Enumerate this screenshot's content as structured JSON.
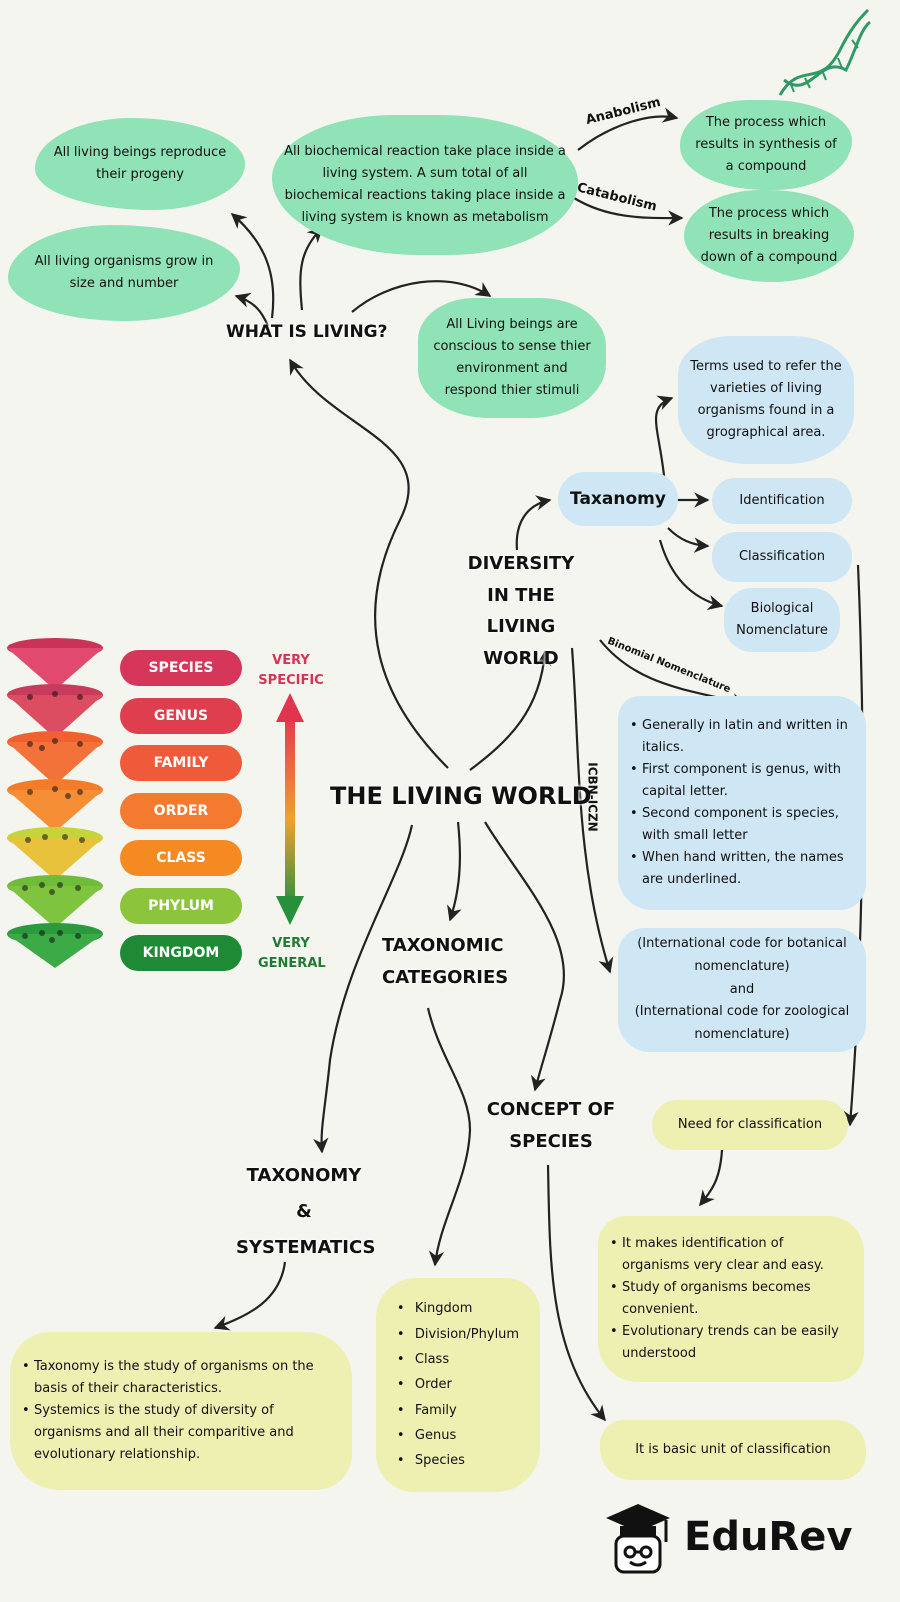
{
  "center_title": "THE LIVING WORLD",
  "what_is_living": {
    "label": "WHAT IS LIVING?",
    "reproduce": "All living beings reproduce their progeny",
    "grow": "All living organisms grow in size and number",
    "metabolism": "All biochemical reaction take place inside a living system. A sum total of all biochemical reactions taking place inside a living system is known as metabolism",
    "conscious": "All Living beings are conscious to sense thier environment and respond thier stimuli",
    "anabolism_label": "Anabolism",
    "catabolism_label": "Catabolism",
    "anabolism": "The process which results in synthesis of a compound",
    "catabolism": "The process which results in breaking down of a compound"
  },
  "diversity": {
    "label": "DIVERSITY IN THE LIVING WORLD",
    "taxanomy": "Taxanomy",
    "terms": "Terms used to refer the varieties of living organisms found in a grographical area.",
    "identification": "Identification",
    "classification": "Classification",
    "biological_nomenclature": "Biological Nomenclature",
    "binomial_label": "Binomial Nomenclature",
    "icbn_label": "ICBN-ICZN",
    "binomial_points": [
      "Generally in latin and written in italics.",
      "First component is genus, with capital letter.",
      "Second component is species, with small letter",
      "When hand written, the names are underlined."
    ],
    "icbn_lines": [
      "(International code for botanical nomenclature)",
      "and",
      "(International code for zoological nomenclature)"
    ]
  },
  "hierarchy": {
    "levels": [
      {
        "name": "SPECIES",
        "color": "#d6365a"
      },
      {
        "name": "GENUS",
        "color": "#de3e4e"
      },
      {
        "name": "FAMILY",
        "color": "#ef5a3a"
      },
      {
        "name": "ORDER",
        "color": "#f47a30"
      },
      {
        "name": "CLASS",
        "color": "#f58a22"
      },
      {
        "name": "PHYLUM",
        "color": "#8cc43c"
      },
      {
        "name": "KINGDOM",
        "color": "#1f8a35"
      }
    ],
    "very_specific": "VERY SPECIFIC",
    "very_general": "VERY GENERAL"
  },
  "taxonomic_categories": {
    "label": "TAXONOMIC CATEGORIES",
    "items": [
      "Kingdom",
      "Division/Phylum",
      "Class",
      "Order",
      "Family",
      "Genus",
      "Species"
    ]
  },
  "concept_of_species": {
    "label": "CONCEPT OF SPECIES",
    "definition": "It is basic unit of classification"
  },
  "need_for_classification": {
    "label": "Need for classification",
    "points": [
      "It makes identification of organisms very clear and easy.",
      "Study of organisms becomes convenient.",
      "Evolutionary trends can be easily understood"
    ]
  },
  "taxonomy_systematics": {
    "label": "TAXONOMY & SYSTEMATICS",
    "points": [
      "Taxonomy is the study of organisms on the basis of their characteristics.",
      "Systemics is the study of diversity of organisms and all their comparitive  and evolutionary relationship."
    ]
  },
  "brand": "EduRev"
}
